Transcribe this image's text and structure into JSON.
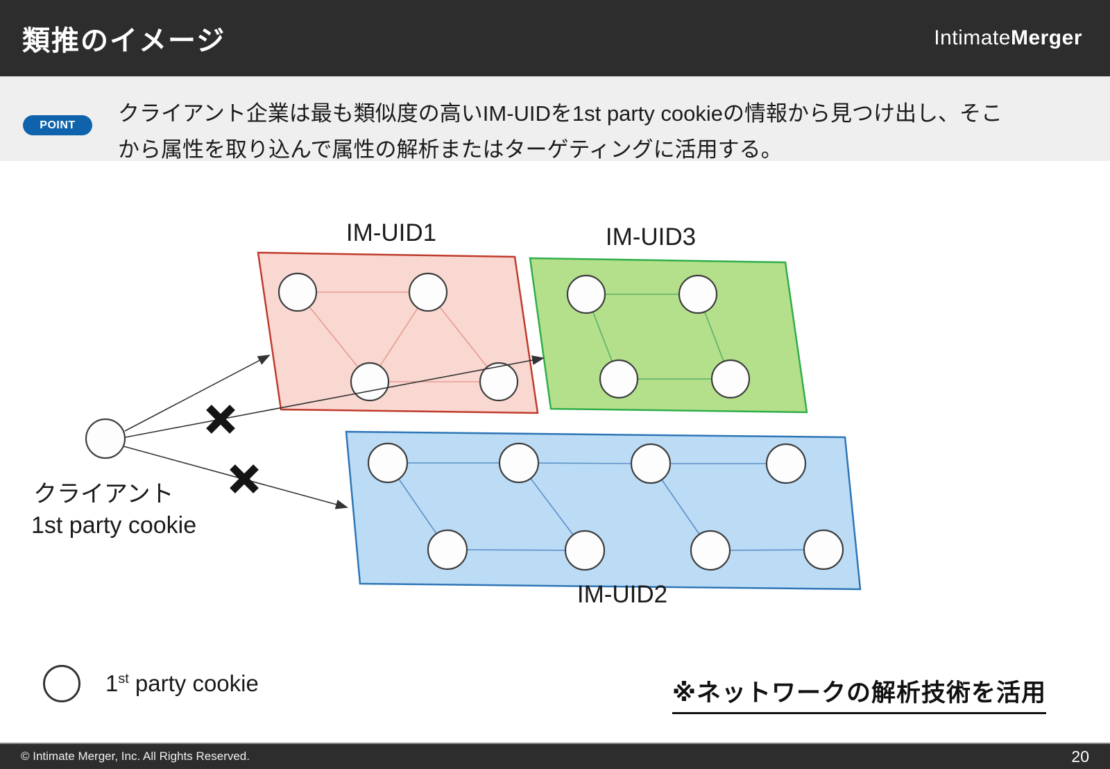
{
  "header": {
    "title": "類推のイメージ",
    "logo_regular": "Intimate",
    "logo_bold": "Merger"
  },
  "point": {
    "badge": "POINT",
    "line1": "クライアント企業は最も類似度の高いIM-UIDを1st party cookieの情報から見つけ出し、そこ",
    "line2": "から属性を取り込んで属性の解析またはターゲティングに活用する。"
  },
  "diagram": {
    "clusters": [
      {
        "label": "IM-UID1",
        "color_key": "red",
        "node_count": 4
      },
      {
        "label": "IM-UID2",
        "color_key": "blue",
        "node_count": 8
      },
      {
        "label": "IM-UID3",
        "color_key": "green",
        "node_count": 4
      }
    ],
    "client": {
      "line1": "クライアント",
      "line2": "1st party cookie"
    }
  },
  "legend": {
    "num": "1",
    "sup": "st",
    "rest": " party cookie"
  },
  "note": "※ネットワークの解析技術を活用",
  "footer": {
    "copyright": "© Intimate Merger, Inc. All Rights Reserved.",
    "page": "20"
  },
  "colors": {
    "dark-bar": "#2d2d2d",
    "point-bg": "#efefef",
    "badge-blue": "#0f62ac",
    "text-dark": "#1a1a1a",
    "red-fill": "#f9d8d2",
    "red-stroke": "#bf3a2b",
    "red-edge": "#e79b92",
    "green-fill": "#b4df8b",
    "green-stroke": "#2fae4a",
    "green-edge": "#58b368",
    "blue-fill": "#bcdcf5",
    "blue-stroke": "#2e75b6",
    "blue-edge": "#5b8fc9",
    "node-fill": "#fdfdfd",
    "node-stroke": "#3d3d3d",
    "arrow": "#333333"
  }
}
